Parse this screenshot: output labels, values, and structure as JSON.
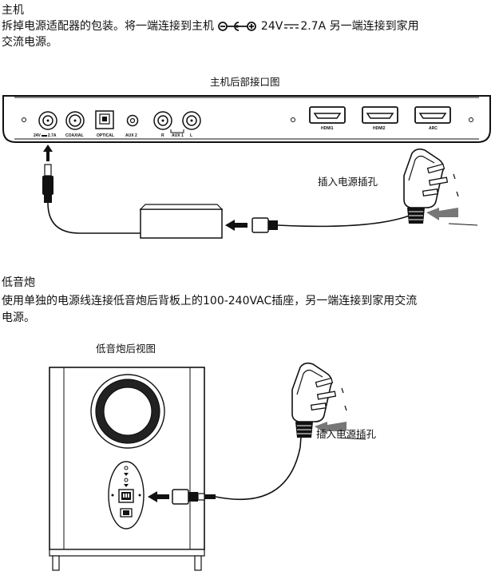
{
  "section_main": {
    "title": "主机",
    "para_line1_before": "拆掉电源适配器的包装。将一端连接到主机",
    "para_line1_after": "24V",
    "para_line1_tail": "2.7A 另一端连接到家用",
    "para_line2": "交流电源。"
  },
  "main_diagram": {
    "caption": "主机后部接口图",
    "port_labels": {
      "dc": "24V",
      "dc_amp": "2.7A",
      "coaxial": "COAXIAL",
      "optical": "OPTICAL",
      "aux2": "AUX 2",
      "r": "R",
      "aux1": "AUX 1",
      "l": "L",
      "hdmi1": "HDMI1",
      "hdmi2": "HDMI2",
      "arc": "ARC"
    },
    "outlet_label": "插入电源插孔"
  },
  "section_sub": {
    "title": "低音炮",
    "para_line1": "使用单独的电源线连接低音炮后背板上的100-240VAC插座，另一端连接到家用交流",
    "para_line2": "电源。"
  },
  "sub_diagram": {
    "caption": "低音炮后视图",
    "outlet_label": "插入电源插孔"
  }
}
